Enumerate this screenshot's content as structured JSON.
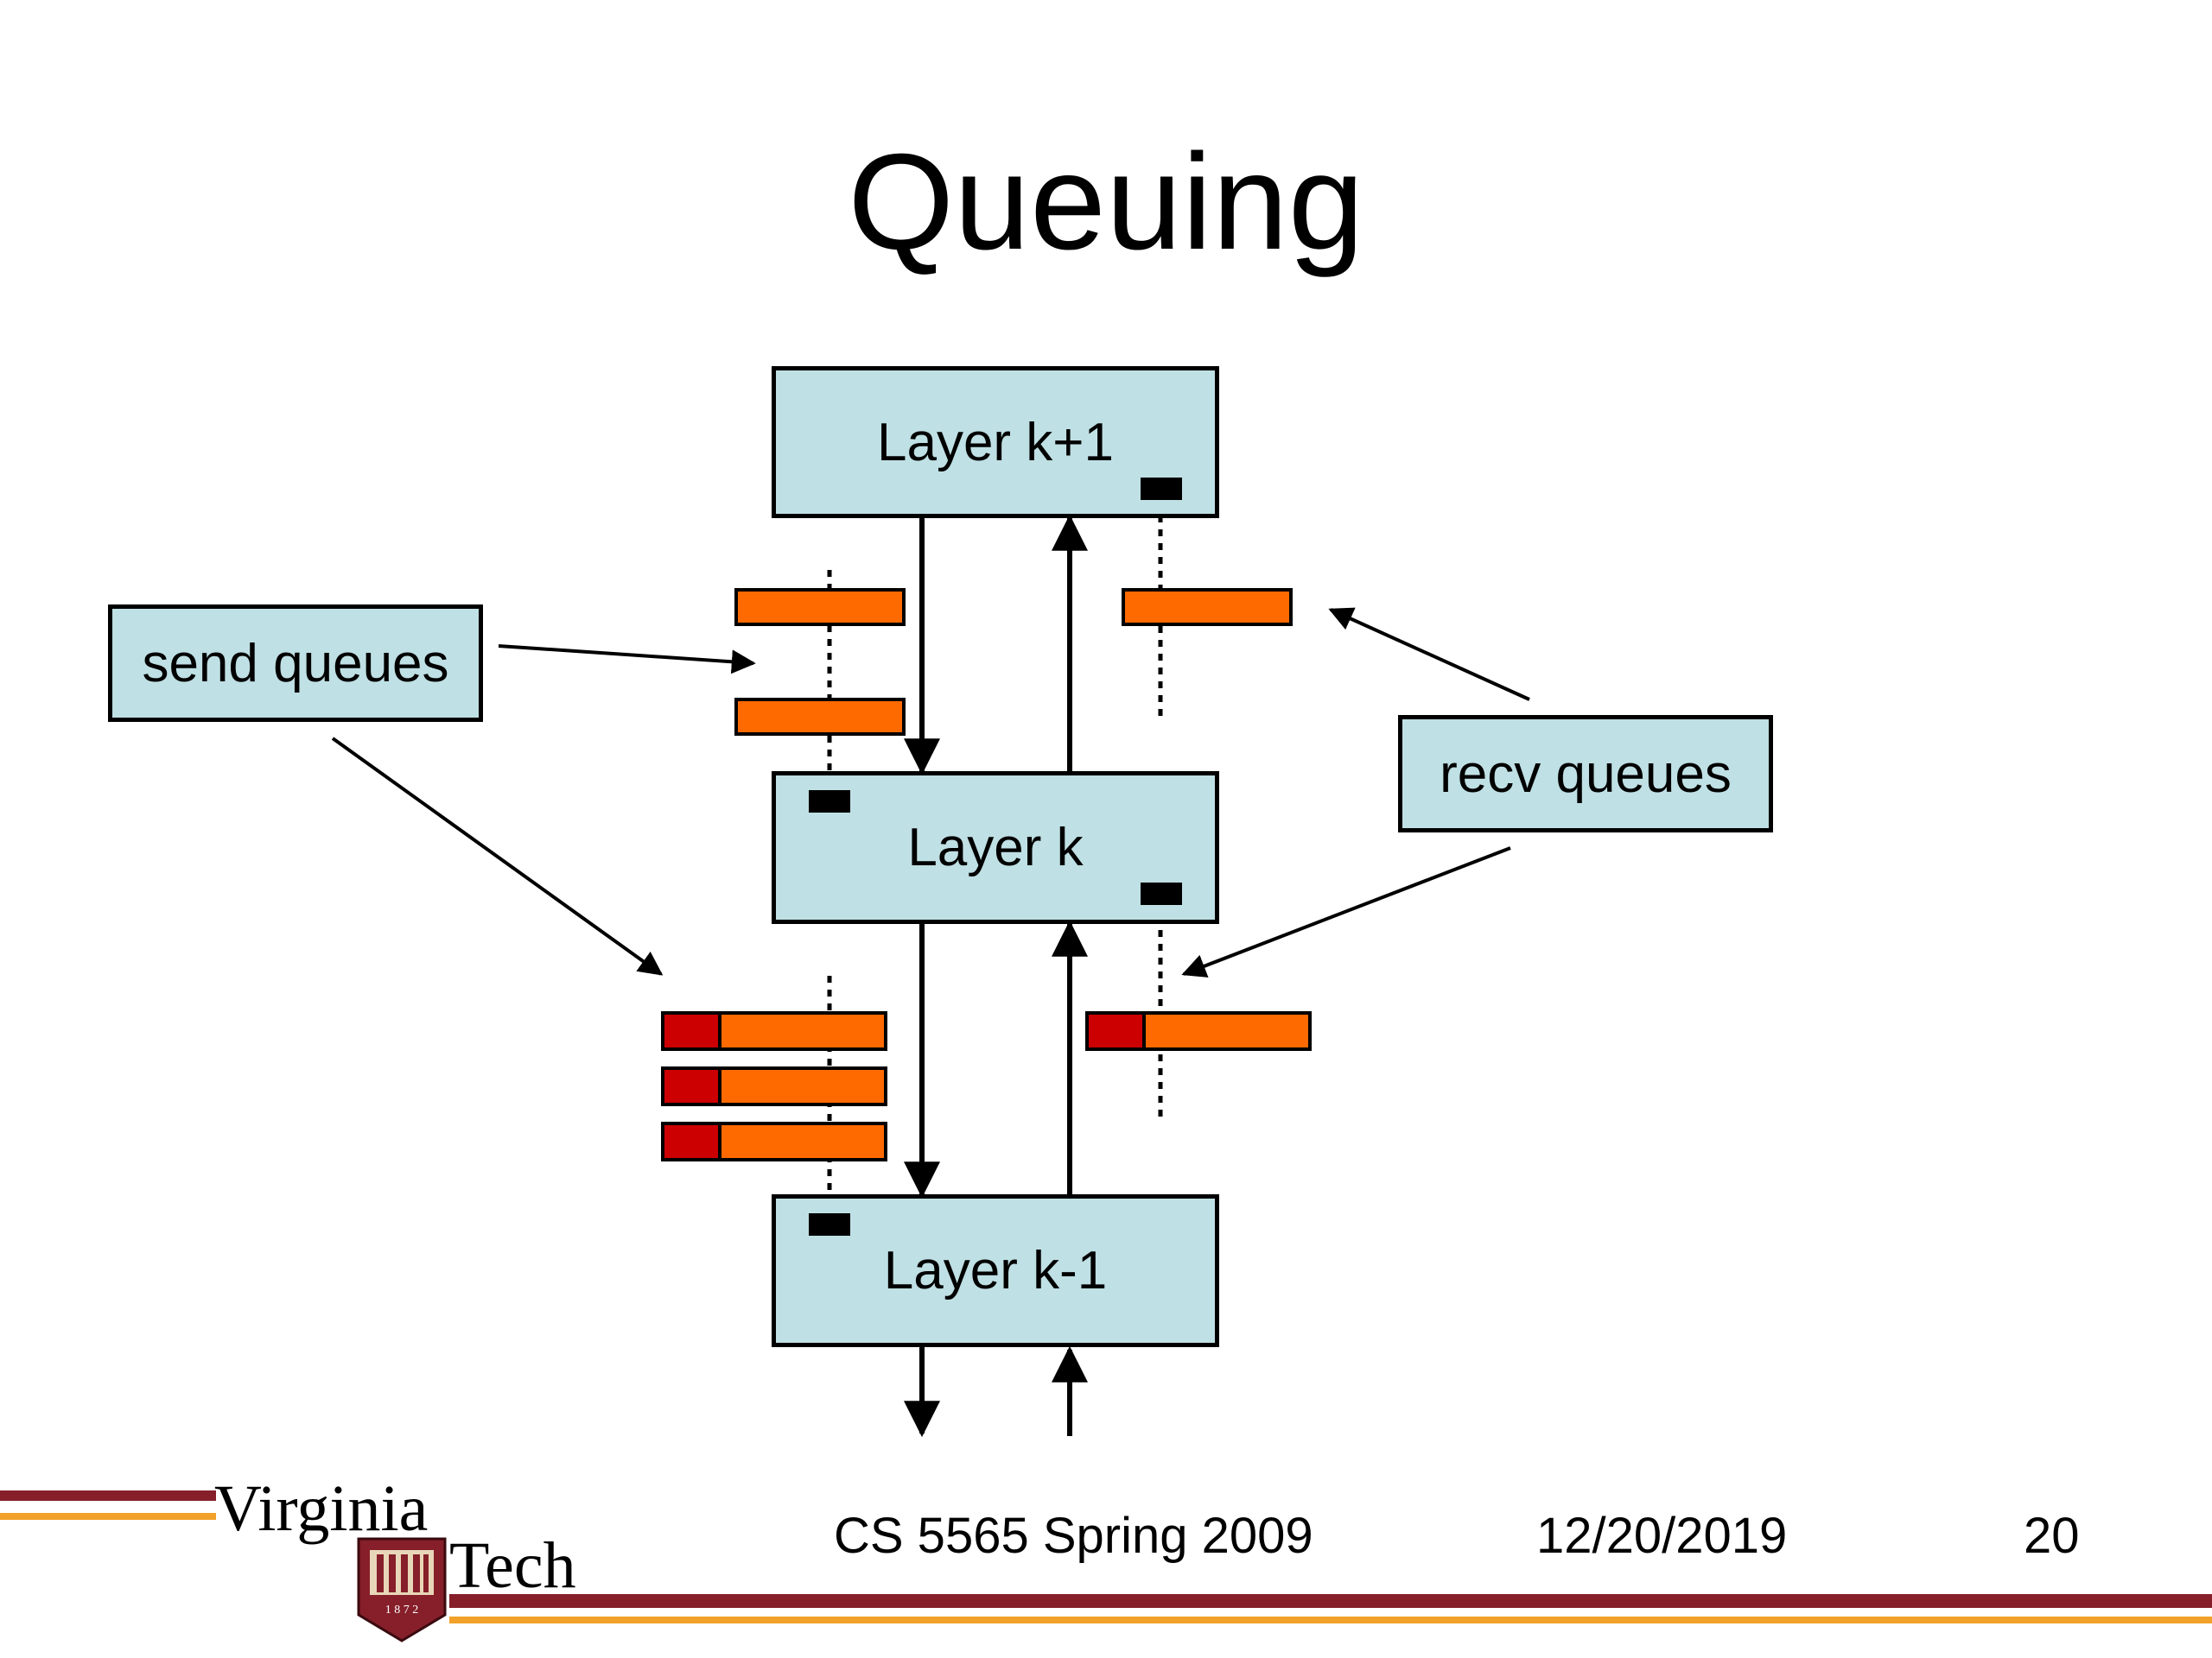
{
  "slide": {
    "title": "Queuing",
    "layers": {
      "top": "Layer k+1",
      "middle": "Layer k",
      "bottom": "Layer k-1"
    },
    "labels": {
      "send": "send queues",
      "recv": "recv queues"
    },
    "colors": {
      "layer_fill": "#bfe0e4",
      "queue_fill": "#ff6a00",
      "header_fill": "#cc0000",
      "maroon": "#861f2a",
      "orange": "#f2a12a"
    }
  },
  "footer": {
    "logo_line1": "Virginia",
    "logo_line2": "Tech",
    "logo_year": "1 8 7 2",
    "course": "CS 5565 Spring 2009",
    "date": "12/20/2019",
    "page": "20"
  }
}
